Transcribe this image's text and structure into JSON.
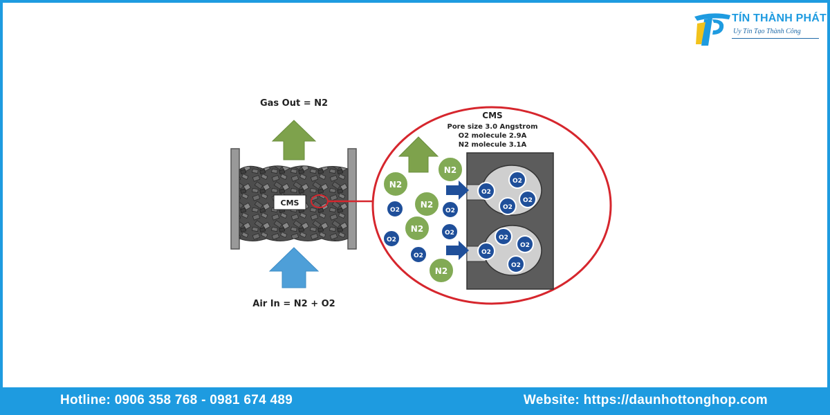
{
  "brand": {
    "name": "TÍN THÀNH PHÁT",
    "slogan": "Uy Tín Tạo Thành Công",
    "colors": {
      "primary": "#1e9be0",
      "accent": "#f2c21b",
      "dark": "#1e6aa8"
    }
  },
  "diagram": {
    "gas_out_label": "Gas Out = N2",
    "air_in_label": "Air In = N2 + O2",
    "bed_label": "CMS",
    "zoom": {
      "title": "CMS",
      "lines": [
        "Pore size 3.0 Angstrom",
        "O2 molecule 2.9A",
        "N2 molecule 3.1A"
      ]
    },
    "molecule_labels": {
      "n2": "N2",
      "o2": "O2"
    },
    "colors": {
      "green_arrow": "#7ea24c",
      "blue_arrow": "#4e9fd8",
      "n2": "#82aa55",
      "o2": "#1f4f9a",
      "zoom_circle": "#d6262d",
      "carbon_block": "#5c5c5c",
      "pore": "#cfcfcf"
    }
  },
  "footer": {
    "hotline": "Hotline: 0906 358 768 - 0981 674 489",
    "website": "Website: https://daunhottonghop.com"
  }
}
